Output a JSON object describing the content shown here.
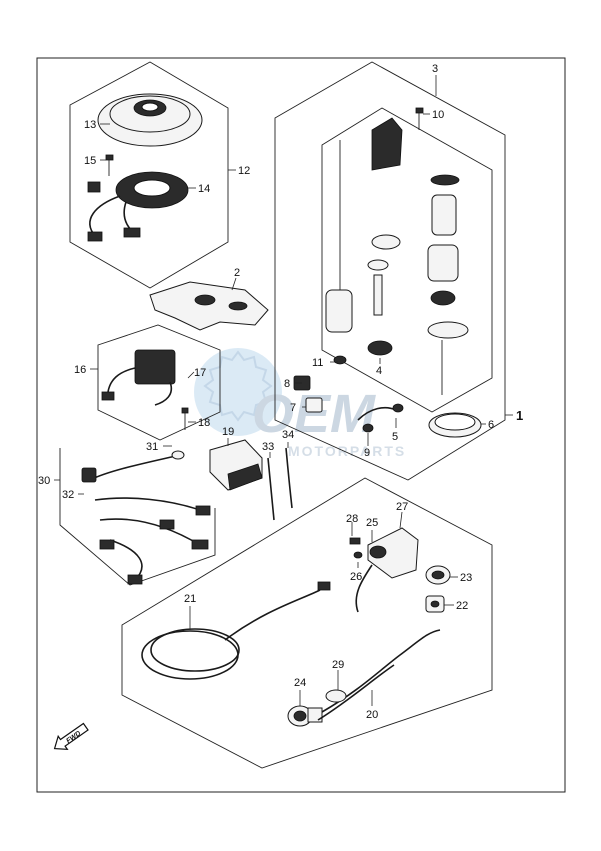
{
  "watermark": {
    "brand": "OEM",
    "sub": "MOTORPARTS"
  },
  "fwd_label": "FWD",
  "callouts": {
    "c1": "1",
    "c2": "2",
    "c3": "3",
    "c4": "4",
    "c5": "5",
    "c6": "6",
    "c7": "7",
    "c8": "8",
    "c9": "9",
    "c10": "10",
    "c11": "11",
    "c12": "12",
    "c13": "13",
    "c14": "14",
    "c15": "15",
    "c16": "16",
    "c17": "17",
    "c18": "18",
    "c19": "19",
    "c20": "20",
    "c21": "21",
    "c22": "22",
    "c23": "23",
    "c24": "24",
    "c25": "25",
    "c26": "26",
    "c27": "27",
    "c28": "28",
    "c29": "29",
    "c30": "30",
    "c31": "31",
    "c32": "32",
    "c33": "33",
    "c34": "34"
  }
}
